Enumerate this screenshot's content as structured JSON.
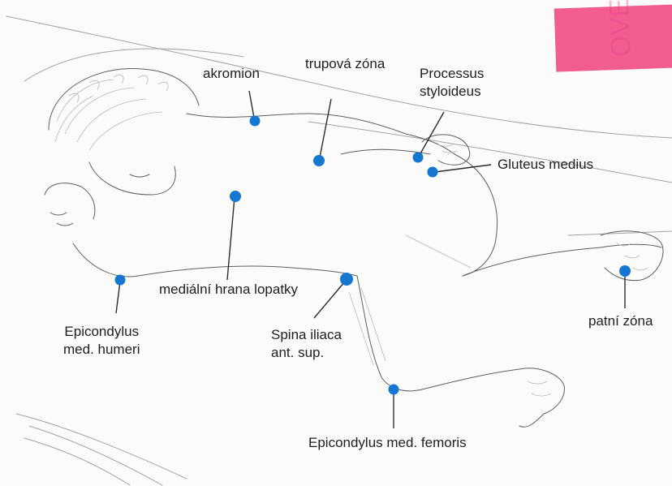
{
  "figure": {
    "colors": {
      "marker": "#1478d2",
      "sticky_note": "#f25c8f",
      "label_text": "#1e1e1e",
      "drawing_ink": "#5f5f5f"
    },
    "labels": [
      {
        "key": "akromion",
        "text": "akromion"
      },
      {
        "key": "trupova_zona",
        "text": "trupová zóna"
      },
      {
        "key": "processus_styloideus",
        "text": "Processus\nstyloideus"
      },
      {
        "key": "gluteus_medius",
        "text": "Gluteus medius"
      },
      {
        "key": "medialni_hrana_lopatky",
        "text": "mediální hrana lopatky"
      },
      {
        "key": "epicondylus_med_humeri",
        "text": "Epicondylus\nmed. humeri"
      },
      {
        "key": "spina_iliaca_ant_sup",
        "text": "Spina iliaca\nant. sup."
      },
      {
        "key": "patni_zona",
        "text": "patní zóna"
      },
      {
        "key": "epicondylus_med_femoris",
        "text": "Epicondylus med. femoris"
      }
    ]
  }
}
